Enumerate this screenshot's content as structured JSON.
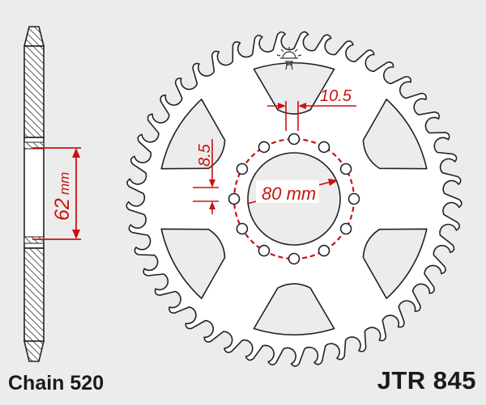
{
  "dimensions": {
    "bolt_hole_diameter": "10.5",
    "bolt_hole_offset": "8.5",
    "bolt_circle": "80 mm",
    "hub_bore_value": "62",
    "hub_bore_unit": "mm"
  },
  "captions": {
    "chain": "Chain 520",
    "part_number": "JTR 845"
  },
  "colors": {
    "dimension_red": "#cc1111",
    "outline": "#222222",
    "background": "#ececec",
    "sprocket_fill": "#ffffff"
  },
  "icons": [
    "manufacturer-logo-icon"
  ]
}
